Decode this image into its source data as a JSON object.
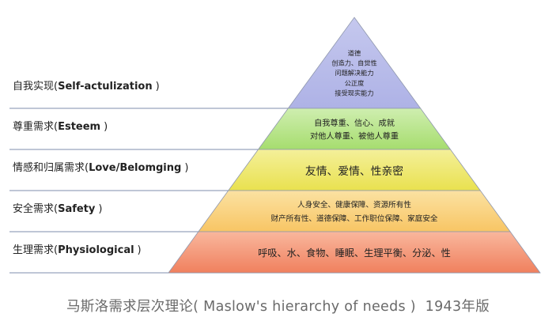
{
  "title": "马斯洛需求层次理论( Maslow's hierarchy of needs )  1943年版",
  "levels": [
    {
      "key": "self",
      "label_cn": "自我实现(",
      "label_en": "Self-actulization",
      "label_close": ")",
      "lines": [
        "道德",
        "创造力、自觉性",
        "问题解决能力",
        "公正度",
        "接受现实能力"
      ],
      "color_top": "#c5c8ee",
      "color_bottom": "#aeb2e6"
    },
    {
      "key": "esteem",
      "label_cn": "尊重需求(",
      "label_en": "Esteem",
      "label_close": ")",
      "lines": [
        "自我尊重、信心、成就",
        "对他人尊重、被他人尊重"
      ],
      "color_top": "#cfeeb0",
      "color_bottom": "#a6dd6e"
    },
    {
      "key": "love",
      "label_cn": "情感和归属需求(",
      "label_en": "Love/Belomging",
      "label_close": ")",
      "lines": [
        "友情、爱情、性亲密"
      ],
      "color_top": "#f4f09a",
      "color_bottom": "#e9e14f"
    },
    {
      "key": "safety",
      "label_cn": "安全需求(",
      "label_en": "Safety",
      "label_close": ")",
      "lines": [
        "人身安全、健康保障、资源所有性",
        "财产所有性、道德保障、工作职位保障、家庭安全"
      ],
      "color_top": "#fbe2a2",
      "color_bottom": "#f8c564"
    },
    {
      "key": "physiological",
      "label_cn": "生理需求(",
      "label_en": "Physiological",
      "label_close": ")",
      "lines": [
        "呼吸、水、食物、睡眠、生理平衡、分泌、性"
      ],
      "color_top": "#f9b79d",
      "color_bottom": "#f0805e"
    }
  ],
  "divider_color": "#7f8eae"
}
